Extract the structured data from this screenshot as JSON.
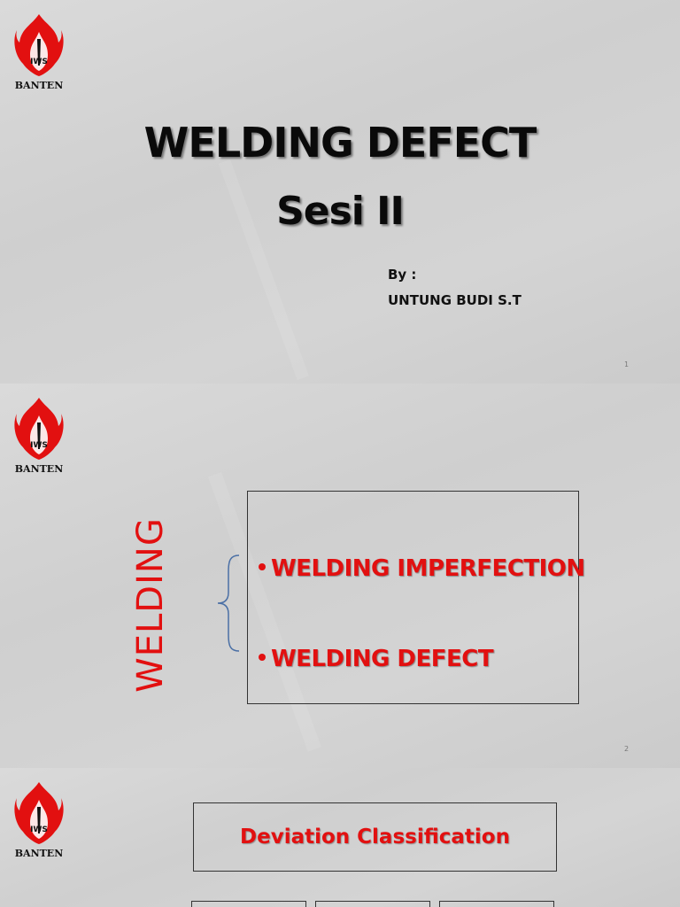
{
  "logo": {
    "text": "BANTEN",
    "icon": "iws-flame-logo",
    "color": "#e21010"
  },
  "slide1": {
    "title_line1": "WELDING DEFECT",
    "title_line2": "Sesi II",
    "by_label": "By :",
    "author": "UNTUNG BUDI S.T",
    "page": "1"
  },
  "slide2": {
    "vertical_label": "WELDING",
    "items": [
      "WELDING IMPERFECTION",
      "WELDING DEFECT"
    ],
    "page": "2"
  },
  "slide3": {
    "box_title": "Deviation Classification"
  },
  "colors": {
    "accent_red": "#e21010",
    "background": "#d4d4d4"
  }
}
